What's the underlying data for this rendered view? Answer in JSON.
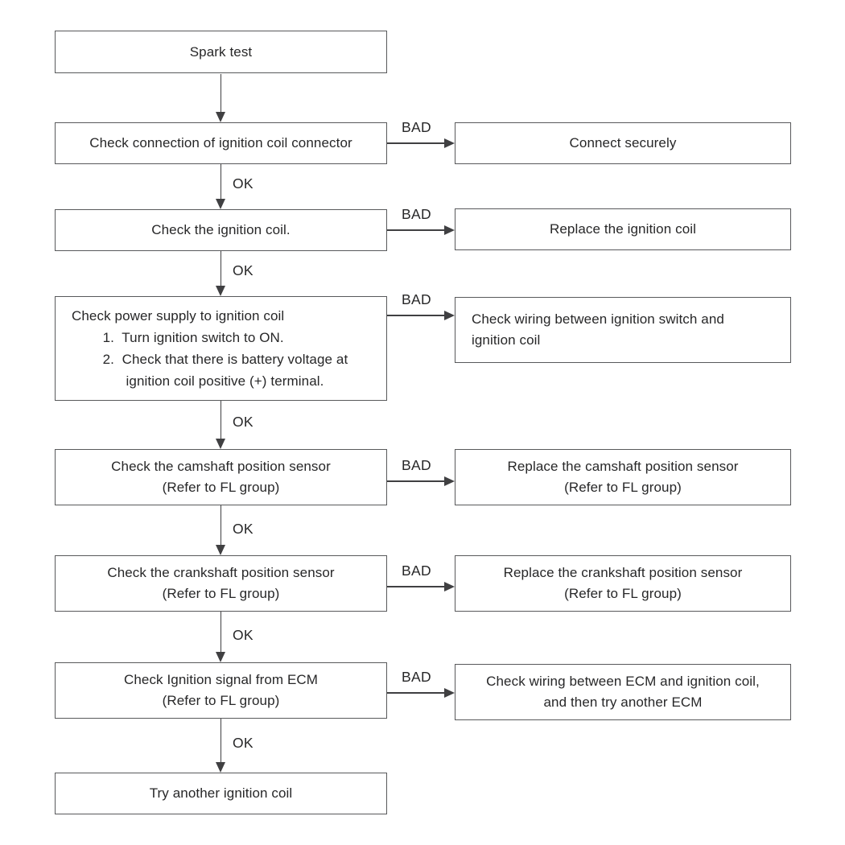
{
  "labels": {
    "ok": "OK",
    "bad": "BAD"
  },
  "colors": {
    "border": "#58595b",
    "line": "#404042",
    "text": "#272728",
    "background": "#ffffff"
  },
  "nodes": {
    "spark_test": {
      "text": "Spark test"
    },
    "check_connection": {
      "text": "Check connection of ignition coil connector"
    },
    "connect_securely": {
      "text": "Connect securely"
    },
    "check_ignition_coil": {
      "text": "Check the ignition coil."
    },
    "replace_ignition_coil": {
      "text": "Replace the ignition coil"
    },
    "check_power_supply": {
      "text": "Check power supply to ignition coil\n        1.  Turn ignition switch to ON.\n        2.  Check that there is battery voltage at\n              ignition coil positive (+) terminal."
    },
    "check_wiring_switch": {
      "text": "Check wiring between ignition switch and\nignition coil"
    },
    "check_camshaft": {
      "text": "Check the camshaft position sensor\n(Refer to FL group)"
    },
    "replace_camshaft": {
      "text": "Replace the camshaft position sensor\n(Refer to FL group)"
    },
    "check_crankshaft": {
      "text": "Check the crankshaft position sensor\n(Refer to FL group)"
    },
    "replace_crankshaft": {
      "text": "Replace the crankshaft position sensor\n(Refer to FL group)"
    },
    "check_ecm_signal": {
      "text": "Check Ignition signal from ECM\n(Refer to FL group)"
    },
    "check_wiring_ecm": {
      "text": "Check wiring between ECM and ignition coil,\nand then try another ECM"
    },
    "try_another_coil": {
      "text": "Try another ignition coil"
    }
  }
}
